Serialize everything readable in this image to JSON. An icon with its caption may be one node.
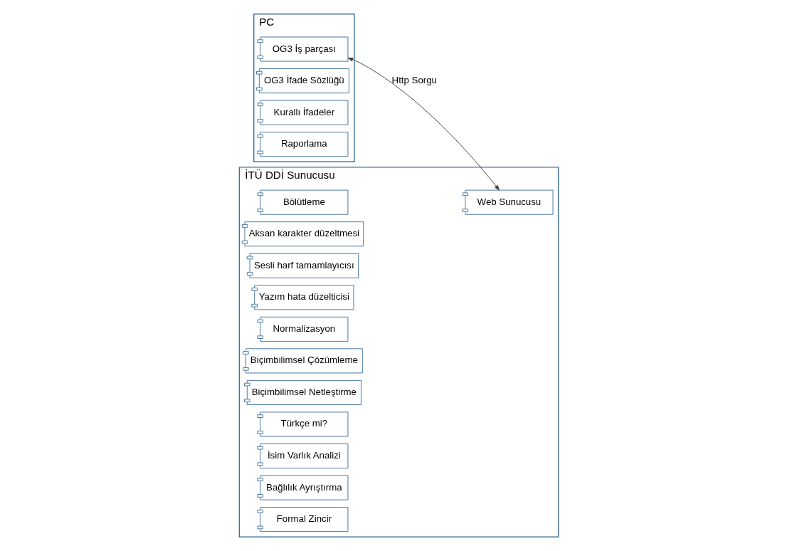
{
  "diagram": {
    "nodes": [
      {
        "text": [
          "PC"
        ]
      },
      {
        "text": [
          "OG3 İş parçası"
        ],
        "in": 0
      },
      {
        "text": [
          "OG3 İfade Sözlüğü"
        ],
        "in": 0
      },
      {
        "text": [
          "Kurallı İfadeler"
        ],
        "in": 0
      },
      {
        "text": [
          "Raporlama"
        ],
        "in": 0
      },
      {
        "text": [
          "İTÜ DDİ Sunucusu"
        ]
      },
      {
        "text": [
          "Web Sunucusu"
        ],
        "in": 5
      },
      {
        "text": [
          "Bölütleme"
        ],
        "in": 5
      },
      {
        "text": [
          "Aksan karakter düzeltmesi"
        ],
        "in": 5
      },
      {
        "text": [
          "Sesli harf tamamlayıcısı"
        ],
        "in": 5
      },
      {
        "text": [
          "Yazım hata düzelticisi"
        ],
        "in": 5
      },
      {
        "text": [
          "Normalizasyon"
        ],
        "in": 5
      },
      {
        "text": [
          "Biçimbilimsel Çözümleme"
        ],
        "in": 5
      },
      {
        "text": [
          "Biçimbilimsel Netleştirme"
        ],
        "in": 5
      },
      {
        "text": [
          "Türkçe mi?"
        ],
        "in": 5
      },
      {
        "text": [
          "İsim Varlık Analizi"
        ],
        "in": 5
      },
      {
        "text": [
          "Bağlılık Ayrıştırma"
        ],
        "in": 5
      },
      {
        "text": [
          "Formal Zincir"
        ],
        "in": 5
      }
    ],
    "edges": [
      {
        "from": 1,
        "to": 6,
        "arrow": "both",
        "label": "Http Sorgu"
      }
    ]
  }
}
